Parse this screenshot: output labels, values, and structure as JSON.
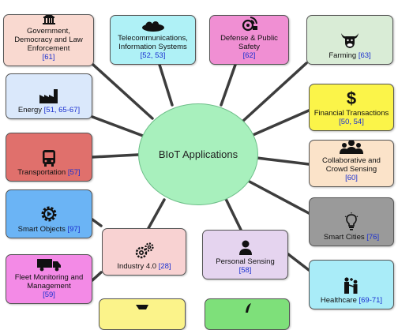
{
  "hub": {
    "label": "BIoT Applications"
  },
  "nodes": [
    {
      "key": "gov",
      "label": "Government, Democracy and Law Enforcement",
      "ref": "[61]",
      "color": "#f9d9d0",
      "icon": "capitol-building-icon"
    },
    {
      "key": "telecom",
      "label": "Telecommunications, Information Systems",
      "ref": "[52, 53]",
      "color": "#aff1f6",
      "icon": "cloud-icon"
    },
    {
      "key": "defense",
      "label": "Defense & Public Safety",
      "ref": "[62]",
      "color": "#f08fd3",
      "icon": "drone-icon"
    },
    {
      "key": "farming",
      "label": "Farming",
      "ref": "[63]",
      "color": "#d9ecd6",
      "icon": "cow-icon"
    },
    {
      "key": "energy",
      "label": "Energy",
      "ref": "[51, 65-67]",
      "color": "#dae8fb",
      "icon": "factory-icon"
    },
    {
      "key": "finance",
      "label": "Financial Transactions",
      "ref": "[50, 54]",
      "color": "#fbf449",
      "icon": "dollar-icon"
    },
    {
      "key": "transport",
      "label": "Transportation",
      "ref": "[57]",
      "color": "#e0706c",
      "icon": "bus-icon"
    },
    {
      "key": "collab",
      "label": "Collaborative and Crowd Sensing",
      "ref": "[60]",
      "color": "#fbe3c9",
      "icon": "crowd-icon"
    },
    {
      "key": "smartobj",
      "label": "Smart Objects",
      "ref": "[97]",
      "color": "#6bb4f5",
      "icon": "gear-play-icon"
    },
    {
      "key": "smartcity",
      "label": "Smart Cities",
      "ref": "[76]",
      "color": "#9a9a9a",
      "icon": "lightbulb-icon"
    },
    {
      "key": "industry",
      "label": "Industry 4.0",
      "ref": "[28]",
      "color": "#f8d2d2",
      "icon": "gears-icon"
    },
    {
      "key": "personal",
      "label": "Personal Sensing",
      "ref": "[58]",
      "color": "#e5d4ef",
      "icon": "person-icon"
    },
    {
      "key": "fleet",
      "label": "Fleet Monitoring and Management",
      "ref": "[59]",
      "color": "#f38ae6",
      "icon": "truck-icon"
    },
    {
      "key": "health",
      "label": "Healthcare",
      "ref": "[69-71]",
      "color": "#a9ecf8",
      "icon": "healthcare-icon"
    },
    {
      "key": "bottom1",
      "label": "",
      "ref": "",
      "color": "#fbf38a",
      "icon": "cart-icon"
    },
    {
      "key": "bottom2",
      "label": "",
      "ref": "",
      "color": "#7ee07a",
      "icon": "leaf-icon"
    }
  ]
}
